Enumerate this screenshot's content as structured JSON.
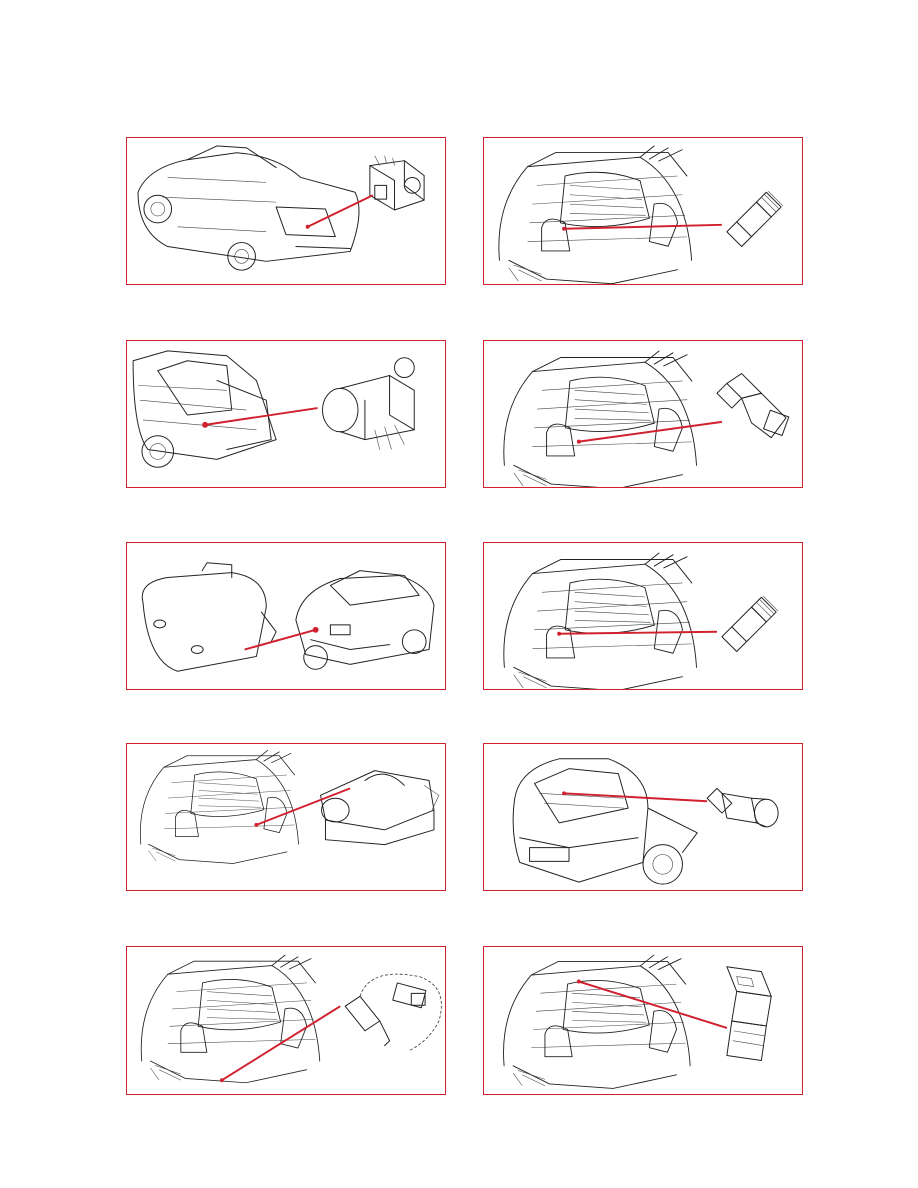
{
  "page": {
    "background": "#ffffff"
  },
  "colors": {
    "frame": "#d1202e",
    "pointer": "#d1202e",
    "line_art": "#222222"
  },
  "panels": [
    {
      "id": "p1",
      "scene": "convertible-rear-view",
      "part": "hydraulic-pump-unit-icon"
    },
    {
      "id": "p2",
      "scene": "engine-bay-view",
      "part": "pressure-sensor-icon"
    },
    {
      "id": "p3",
      "scene": "open-trunk-view",
      "part": "hydraulic-pump-motor-icon"
    },
    {
      "id": "p4",
      "scene": "engine-bay-view",
      "part": "temperature-sensor-icon"
    },
    {
      "id": "p5",
      "scene": "sedan-rear-view",
      "part": "fuel-tank-module-icon"
    },
    {
      "id": "p6",
      "scene": "engine-bay-view",
      "part": "pressure-switch-icon"
    },
    {
      "id": "p7",
      "scene": "engine-bay-view",
      "part": "air-mass-meter-icon"
    },
    {
      "id": "p8",
      "scene": "car-front-engine-view",
      "part": "sensor-connector-icon"
    },
    {
      "id": "p9",
      "scene": "engine-bay-view",
      "part": "oxygen-sensor-icon"
    },
    {
      "id": "p10",
      "scene": "engine-bay-view",
      "part": "ac-pressure-sensor-icon"
    }
  ]
}
